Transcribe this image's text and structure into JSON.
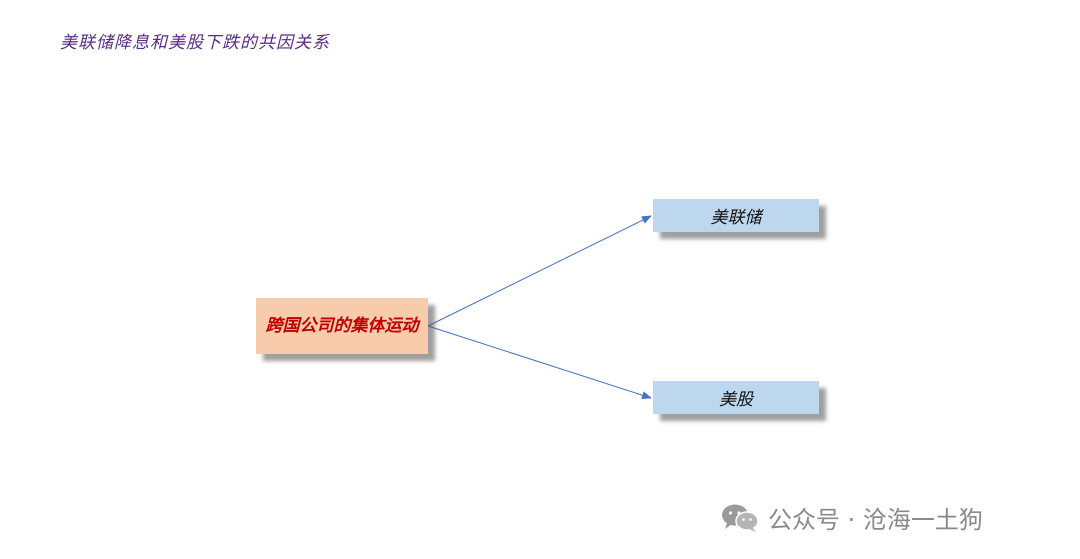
{
  "title": "美联储降息和美股下跌的共因关系",
  "nodes": {
    "source": {
      "label": "跨国公司的集体运动"
    },
    "fed": {
      "label": "美联储"
    },
    "stocks": {
      "label": "美股"
    }
  },
  "colors": {
    "title": "#5b2a86",
    "source_fill": "#f8cbad",
    "source_text": "#c00000",
    "target_fill": "#bdd7ee",
    "arrow": "#4472c4",
    "watermark": "#8a8a8a"
  },
  "watermark": {
    "icon": "wechat-icon",
    "text": "公众号 · 沧海一土狗"
  }
}
